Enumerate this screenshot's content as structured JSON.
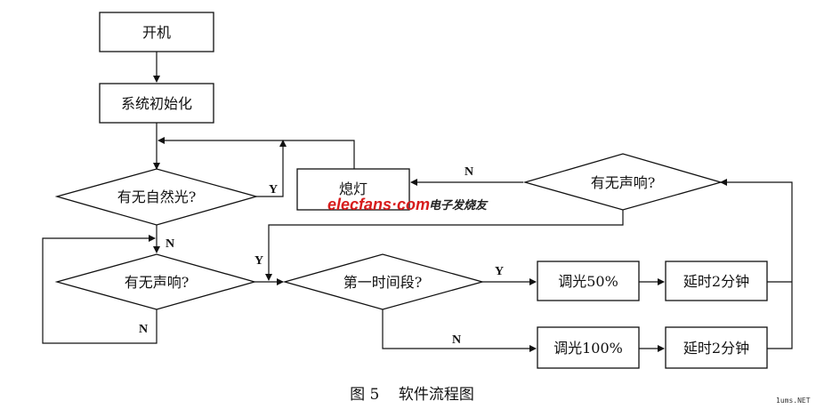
{
  "nodes": {
    "power_on": "开机",
    "system_init": "系统初始化",
    "natural_light_q": "有无自然光?",
    "sound_q_left": "有无声响?",
    "lights_off": "熄灯",
    "sound_q_right": "有无声响?",
    "first_period_q": "第一时间段?",
    "dim_50": "调光50%",
    "delay_2min_a": "延时2分钟",
    "dim_100": "调光100%",
    "delay_2min_b": "延时2分钟"
  },
  "edge_labels": {
    "natural_light_yes": "Y",
    "natural_light_no": "N",
    "sound_left_no": "N",
    "sound_left_yes": "Y",
    "sound_right_no": "N",
    "first_period_yes": "Y",
    "first_period_no": "N"
  },
  "caption": "图 5    软件流程图",
  "watermark": {
    "brand": "elecfans·com",
    "suffix": "电子发烧友"
  },
  "corner_mark": "1ums.NET"
}
